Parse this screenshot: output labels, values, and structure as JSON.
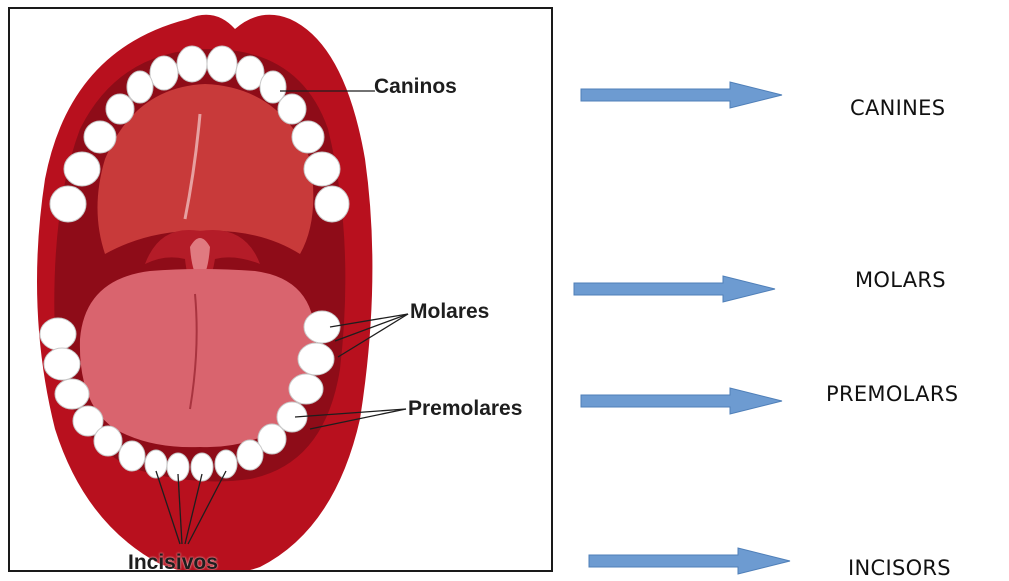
{
  "diagram": {
    "labels": {
      "caninos": "Caninos",
      "molares": "Molares",
      "premolares": "Premolares",
      "incisivos": "Incisivos"
    }
  },
  "terms": [
    "CANINES",
    "MOLARS",
    "PREMOLARS",
    "INCISORS"
  ],
  "colors": {
    "lip": "#b8101e",
    "mouth": "#9e0f1c",
    "palate": "#c83a3a",
    "tongue": "#d9646e",
    "tooth": "#ffffff",
    "arrow": "#6d9bd1"
  }
}
